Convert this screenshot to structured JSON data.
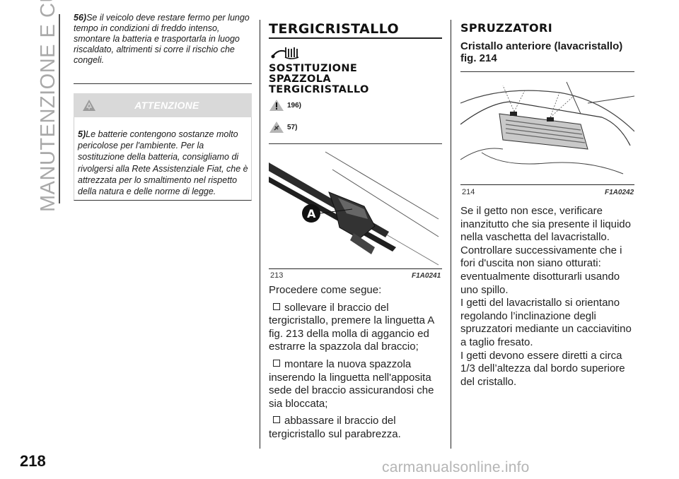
{
  "side": {
    "section_title": "MANUTENZIONE E CURA",
    "page_number": "218"
  },
  "left": {
    "note": {
      "number": "56)",
      "text": "Se il veicolo deve restare fermo per lungo tempo in condizioni di freddo intenso, smontare la batteria e trasportarla in luogo riscaldato, altrimenti si corre il rischio che congeli."
    },
    "warning": {
      "title": "ATTENZIONE",
      "number": "5)",
      "text": "Le batterie contengono sostanze molto pericolose per l'ambiente. Per la sostituzione della batteria, consigliamo di rivolgersi alla Rete Assistenziale Fiat, che è attrezzata per lo smaltimento nel rispetto della natura e delle norme di legge."
    }
  },
  "middle": {
    "heading": "TERGICRISTALLO",
    "subheading_line1": "SOSTITUZIONE",
    "subheading_line2": "SPAZZOLA",
    "subheading_line3": "TERGICRISTALLO",
    "refs": [
      "196)",
      "57)"
    ],
    "figure": {
      "number": "213",
      "code": "F1A0241",
      "callout": "A"
    },
    "intro": "Procedere come segue:",
    "steps": [
      "sollevare il braccio del tergicristallo, premere la linguetta A fig. 213 della molla di aggancio ed estrarre la spazzola dal braccio;",
      "montare la nuova spazzola inserendo la linguetta nell'apposita sede del braccio assicurandosi che sia bloccata;",
      "abbassare il braccio del tergicristallo sul parabrezza."
    ]
  },
  "right": {
    "heading": "SPRUZZATORI",
    "subheading": "Cristallo anteriore (lavacristallo) fig. 214",
    "figure": {
      "number": "214",
      "code": "F1A0242"
    },
    "paragraph": "Se il getto non esce, verificare inanzitutto che sia presente il liquido nella vaschetta del lavacristallo. Controllare successivamente che i fori d'uscita non siano otturati: eventualmente disotturarli usando uno spillo.",
    "paragraph2": "I getti del lavacristallo si orientano regolando l’inclinazione degli spruzzatori mediante un cacciavitino a taglio fresato.",
    "paragraph3": "I getti devono essere diretti a circa 1/3 dell’altezza dal bordo superiore del cristallo."
  },
  "watermark": "carmanualsonline.info"
}
